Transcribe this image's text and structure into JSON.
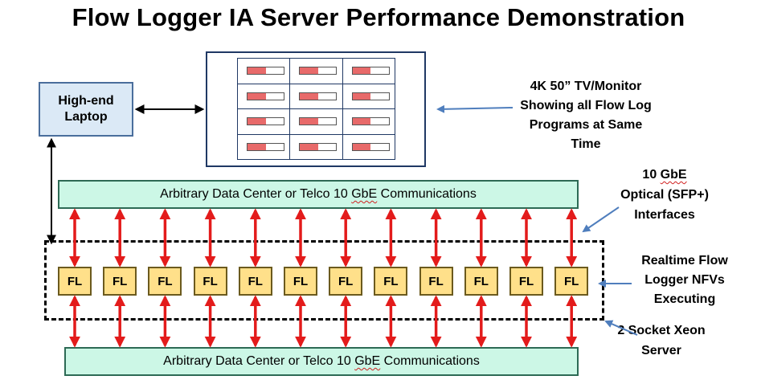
{
  "title": "Flow Logger IA Server Performance Demonstration",
  "laptop": {
    "label": "High-end Laptop"
  },
  "monitor": {
    "rows": 4,
    "cols": 3,
    "progress_fill": 0.5
  },
  "monitor_label": "4K 50” TV/Monitor Showing all Flow Log Programs at Same Time",
  "comm_top": {
    "before": "Arbitrary Data Center or Telco 10 ",
    "gbe": "GbE",
    "after": " Communications"
  },
  "comm_bottom": {
    "before": "Arbitrary Data Center or Telco 10 ",
    "gbe": "GbE",
    "after": " Communications"
  },
  "fl_label": "FL",
  "fl_count": 12,
  "sfp_label": {
    "line1_prefix": "10 ",
    "line1_gbe": "GbE",
    "rest": "Optical (SFP+) Interfaces"
  },
  "nfv_label": "Realtime Flow Logger NFVs Executing",
  "xeon_label": "2 Socket Xeon Server",
  "colors": {
    "arrow_red": "#e31b1b",
    "pointer_blue": "#4f7ebd",
    "comm_fill": "#ccf7e6",
    "fl_fill": "#ffe08a",
    "laptop_fill": "#dbe9f6",
    "bar_fill": "#e86a6a"
  }
}
